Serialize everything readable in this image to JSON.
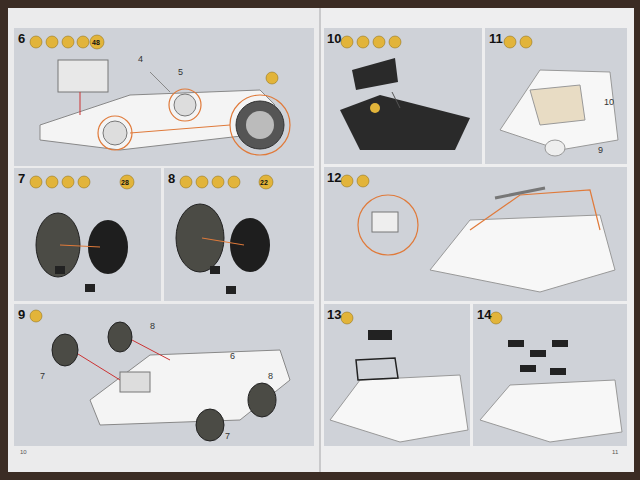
{
  "diagram": {
    "labels": [
      "6",
      "48",
      "4",
      "5",
      "7",
      "28",
      "8",
      "22",
      "9",
      "8",
      "6",
      "8",
      "7",
      "7",
      "10",
      "11",
      "10",
      "9",
      "12",
      "13",
      "14",
      "10",
      "11"
    ]
  }
}
